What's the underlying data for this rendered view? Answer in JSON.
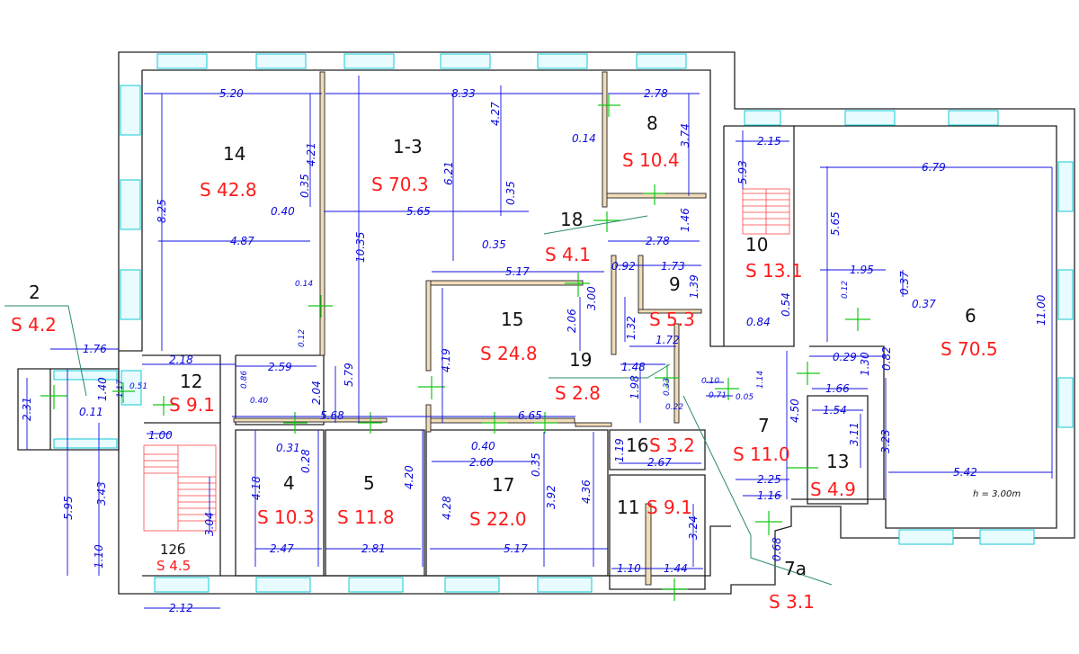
{
  "rooms": [
    {
      "id": "14",
      "area": "S 42.8"
    },
    {
      "id": "1-3",
      "area": "S 70.3"
    },
    {
      "id": "8",
      "area": "S 10.4"
    },
    {
      "id": "18",
      "area": "S 4.1"
    },
    {
      "id": "10",
      "area": "S 13.1"
    },
    {
      "id": "6",
      "area": "S 70.5"
    },
    {
      "id": "15",
      "area": "S 24.8"
    },
    {
      "id": "9",
      "area": "S 5.3"
    },
    {
      "id": "19",
      "area": "S 2.8"
    },
    {
      "id": "2",
      "area": "S 4.2"
    },
    {
      "id": "12",
      "area": "S 9.1"
    },
    {
      "id": "7",
      "area": "S 11.0"
    },
    {
      "id": "16",
      "area": "S 3.2"
    },
    {
      "id": "13",
      "area": "S 4.9"
    },
    {
      "id": "4",
      "area": "S 10.3"
    },
    {
      "id": "5",
      "area": "S 11.8"
    },
    {
      "id": "17",
      "area": "S 22.0"
    },
    {
      "id": "11",
      "area": "S 9.1"
    },
    {
      "id": "12б",
      "area": "S 4.5"
    },
    {
      "id": "7а",
      "area": "S 3.1"
    }
  ],
  "dimensions": [
    "5.20",
    "8.33",
    "2.78",
    "2.15",
    "6.79",
    "8.25",
    "4.21",
    "0.35",
    "0.40",
    "5.65",
    "4.27",
    "0.35",
    "6.21",
    "3.74",
    "0.14",
    "1.46",
    "2.78",
    "5.93",
    "4.87",
    "0.35",
    "10.35",
    "5.17",
    "0.92",
    "1.73",
    "1.95",
    "0.37",
    "0.12",
    "0.37",
    "5.65",
    "0.14",
    "0.12",
    "3.00",
    "2.06",
    "1.32",
    "1.39",
    "0.84",
    "0.54",
    "1.72",
    "11.00",
    "2.18",
    "2.59",
    "0.86",
    "0.40",
    "2.04",
    "5.79",
    "4.19",
    "1.48",
    "1.98",
    "0.33",
    "0.10",
    "0.05",
    "0.71",
    "1.14",
    "0.29",
    "1.30",
    "0.82",
    "1.66",
    "4.50",
    "1.54",
    "3.23",
    "3.11",
    "1.76",
    "2.31",
    "1.40",
    "0.11",
    "1.17",
    "0.51",
    "5.68",
    "6.65",
    "0.22",
    "0.31",
    "0.28",
    "0.40",
    "2.60",
    "0.35",
    "1.19",
    "2.67",
    "1.00",
    "3.43",
    "5.95",
    "4.18",
    "4.20",
    "4.28",
    "3.92",
    "4.36",
    "2.25",
    "1.16",
    "5.42",
    "3.04",
    "3.24",
    "1.10",
    "2.47",
    "2.81",
    "5.17",
    "1.10",
    "1.44",
    "0.68",
    "2.12"
  ],
  "note": "h = 3.00m"
}
